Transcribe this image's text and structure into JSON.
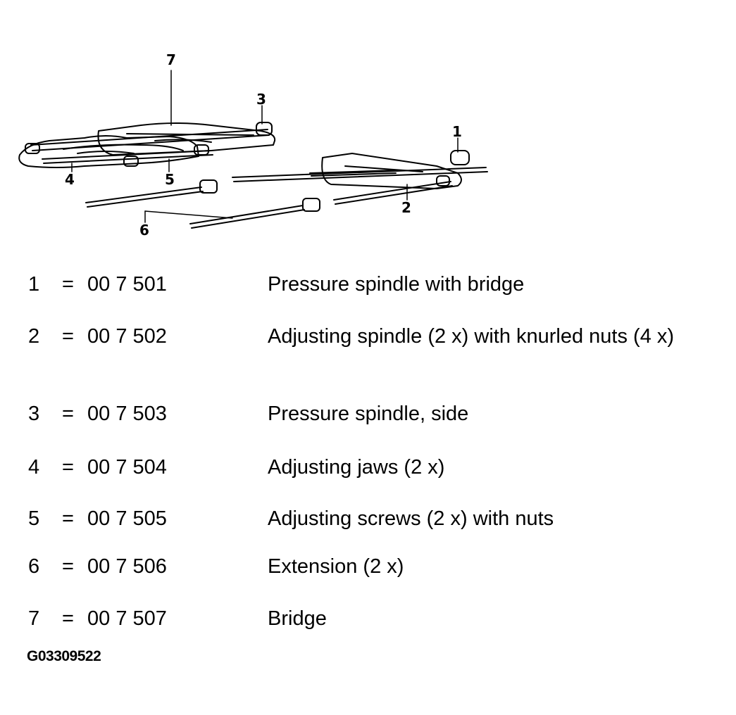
{
  "figure": {
    "callouts": [
      "1",
      "2",
      "3",
      "4",
      "5",
      "6",
      "7"
    ],
    "id": "G03309522"
  },
  "legend": [
    {
      "num": "1",
      "eq": "=",
      "part": "00 7 501",
      "desc": "Pressure spindle with bridge"
    },
    {
      "num": "2",
      "eq": "=",
      "part": "00 7 502",
      "desc": "Adjusting spindle (2 x) with knurled nuts (4 x)"
    },
    {
      "num": "3",
      "eq": "=",
      "part": "00 7 503",
      "desc": "Pressure spindle, side"
    },
    {
      "num": "4",
      "eq": "=",
      "part": "00 7 504",
      "desc": "Adjusting jaws (2 x)"
    },
    {
      "num": "5",
      "eq": "=",
      "part": "00 7 505",
      "desc": "Adjusting screws (2 x) with nuts"
    },
    {
      "num": "6",
      "eq": "=",
      "part": "00 7 506",
      "desc": "Extension (2 x)"
    },
    {
      "num": "7",
      "eq": "=",
      "part": "00 7 507",
      "desc": "Bridge"
    }
  ]
}
